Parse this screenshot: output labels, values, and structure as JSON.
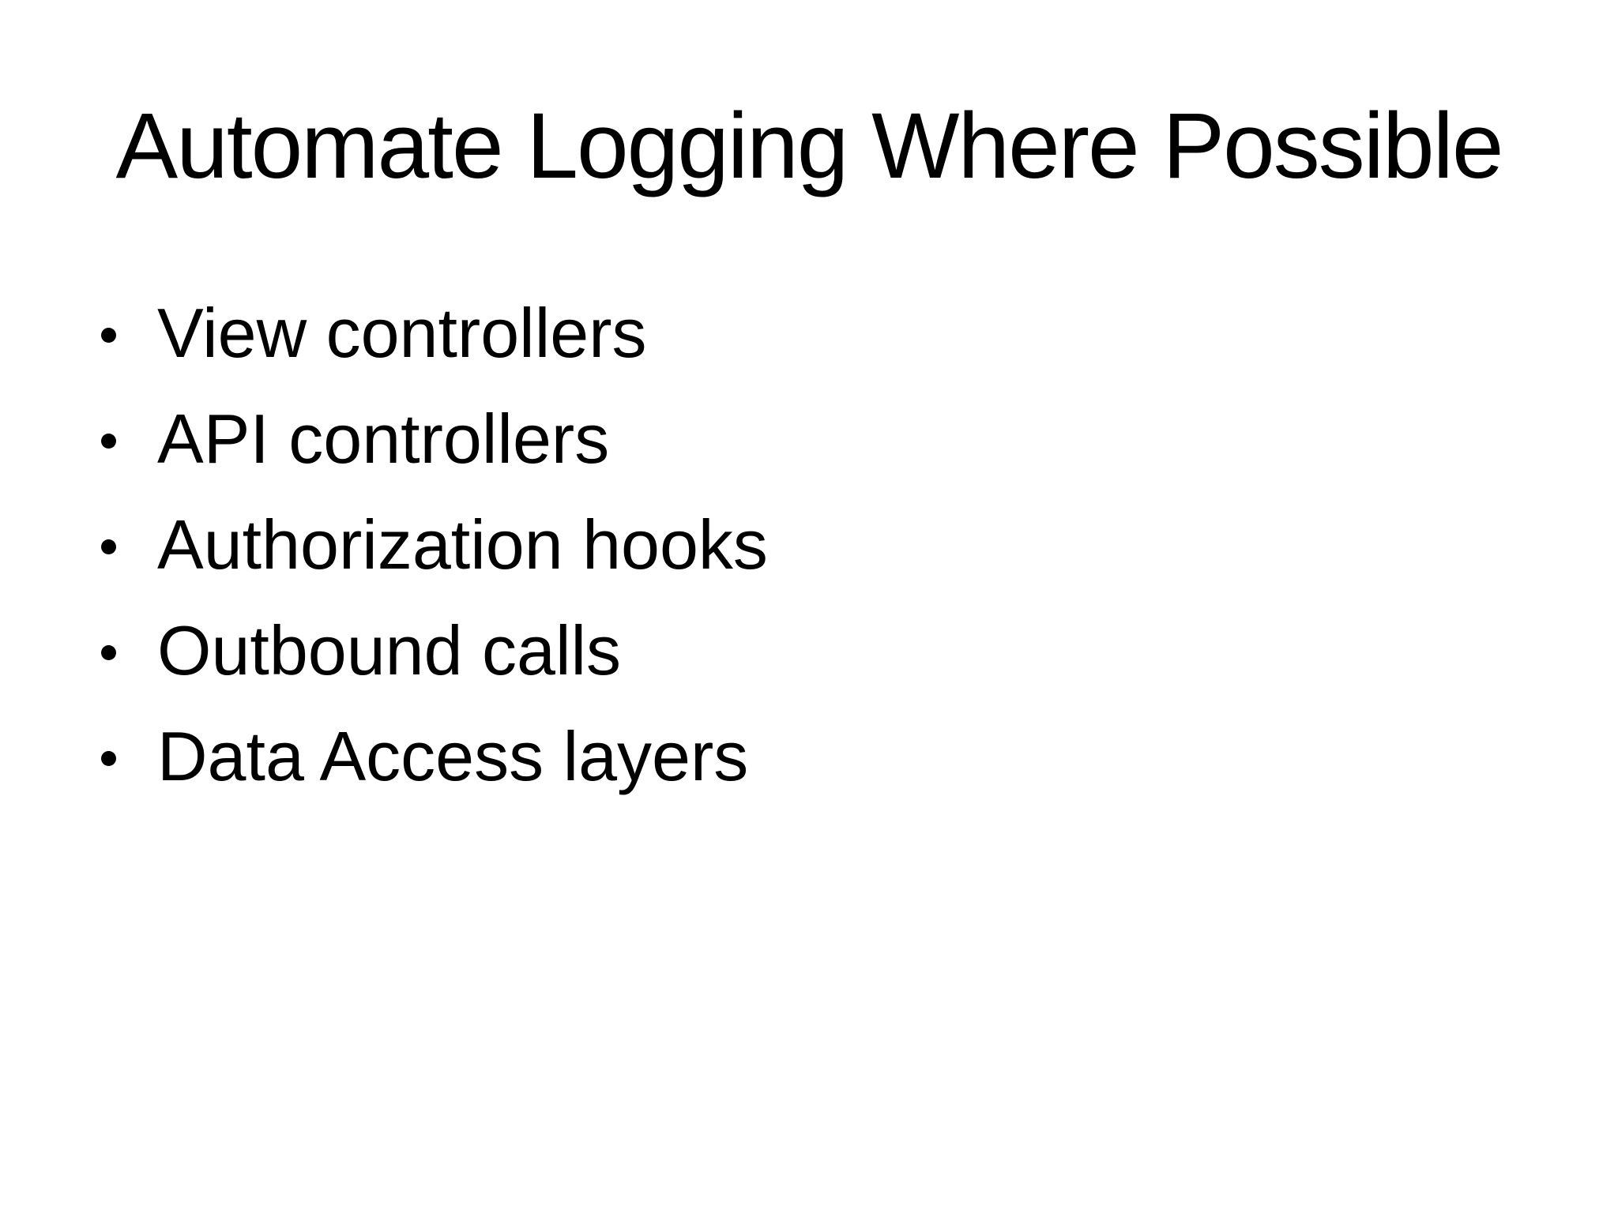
{
  "slide": {
    "title": "Automate Logging Where Possible",
    "bullets": [
      "View controllers",
      "API controllers",
      "Authorization hooks",
      "Outbound calls",
      "Data Access layers"
    ],
    "background_color": "#ffffff",
    "text_color": "#000000"
  }
}
